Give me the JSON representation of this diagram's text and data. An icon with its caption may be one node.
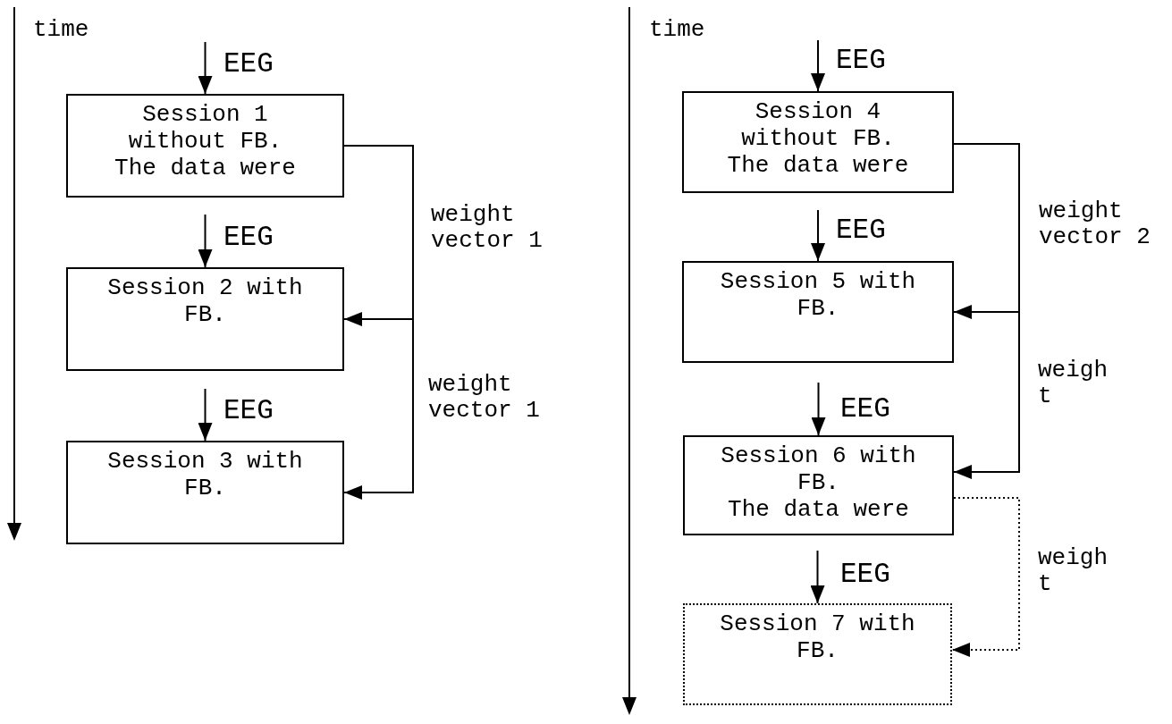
{
  "diagram": {
    "nodes": [
      {
        "text": [
          "Session 1 without FB.",
          "The data were"
        ]
      },
      {
        "text": [
          "Session 2 with FB."
        ]
      },
      {
        "text": [
          "Session 3 with FB."
        ]
      },
      {
        "text": [
          "Session 4 without FB.",
          "The data were"
        ]
      },
      {
        "text": [
          "Session 5 with FB."
        ]
      },
      {
        "text": [
          "Session 6 with FB.",
          "The data were"
        ]
      },
      {
        "text": [
          "Session 7 with FB."
        ]
      }
    ],
    "edges": [
      {
        "from": null,
        "to": 0,
        "arrow": "to",
        "label": "EEG"
      },
      {
        "from": null,
        "to": 1,
        "arrow": "to",
        "label": "EEG"
      },
      {
        "from": null,
        "to": 2,
        "arrow": "to",
        "label": "EEG"
      },
      {
        "from": null,
        "to": 3,
        "arrow": "to",
        "label": "EEG"
      },
      {
        "from": null,
        "to": 4,
        "arrow": "to",
        "label": "EEG"
      },
      {
        "from": null,
        "to": 5,
        "arrow": "to",
        "label": "EEG"
      },
      {
        "from": null,
        "to": 6,
        "arrow": "to",
        "label": "EEG"
      },
      {
        "from": 0,
        "to": 1,
        "arrow": "to",
        "label": "weight vector 1"
      },
      {
        "from": 0,
        "to": 2,
        "arrow": "to",
        "label": "weight vector 1"
      },
      {
        "from": 3,
        "to": 4,
        "arrow": "to",
        "label": "weight vector 2"
      },
      {
        "from": 3,
        "to": 5,
        "arrow": "to",
        "label": "weigh t"
      },
      {
        "from": 5,
        "to": 6,
        "arrow": "to",
        "label": "weigh t",
        "style": "dashed"
      }
    ],
    "labels": [
      "time",
      "time"
    ]
  }
}
